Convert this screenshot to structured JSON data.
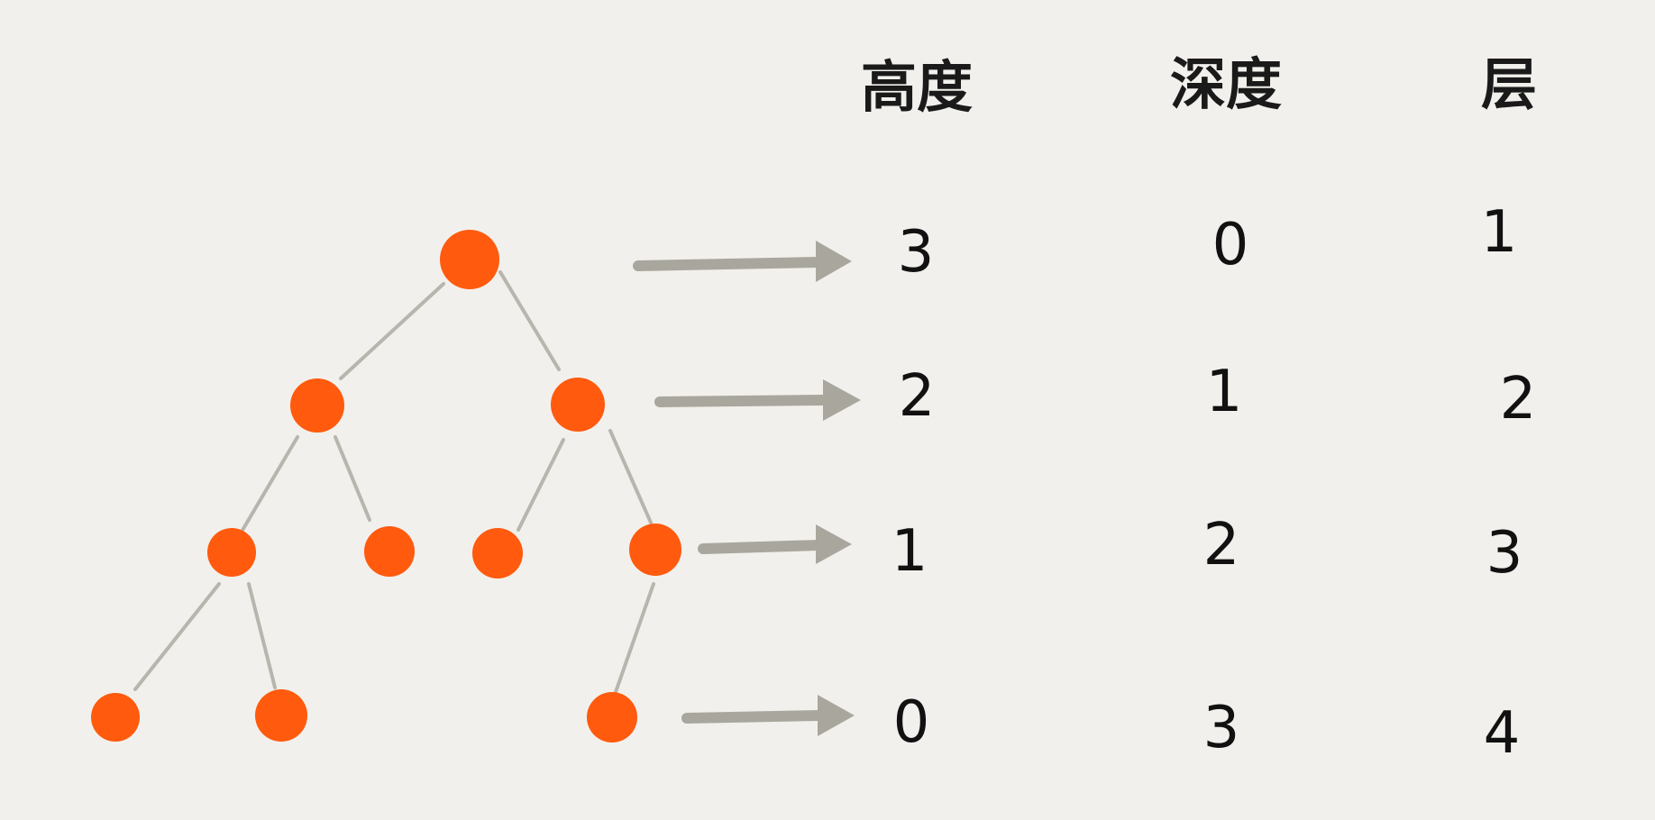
{
  "colors": {
    "background": "#f2f0ec",
    "node": "#ff5a0d",
    "edge": "#b7b5ad",
    "arrow": "#a9a79d",
    "text": "#111111"
  },
  "columns": {
    "height": "高度",
    "depth": "深度",
    "level": "层"
  },
  "rows": [
    {
      "height": "3",
      "depth": "0",
      "level": "1"
    },
    {
      "height": "2",
      "depth": "1",
      "level": "2"
    },
    {
      "height": "1",
      "depth": "2",
      "level": "3"
    },
    {
      "height": "0",
      "depth": "3",
      "level": "4"
    }
  ],
  "tree": {
    "node_count": 10,
    "level_node_counts": [
      1,
      2,
      4,
      3
    ]
  }
}
